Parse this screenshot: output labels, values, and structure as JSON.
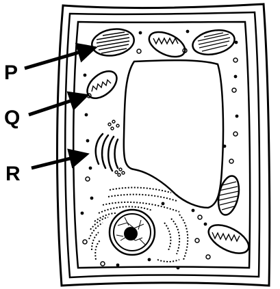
{
  "labels": {
    "p": "P",
    "q": "Q",
    "r": "R"
  },
  "colors": {
    "ink": "#000000",
    "background": "#ffffff"
  }
}
